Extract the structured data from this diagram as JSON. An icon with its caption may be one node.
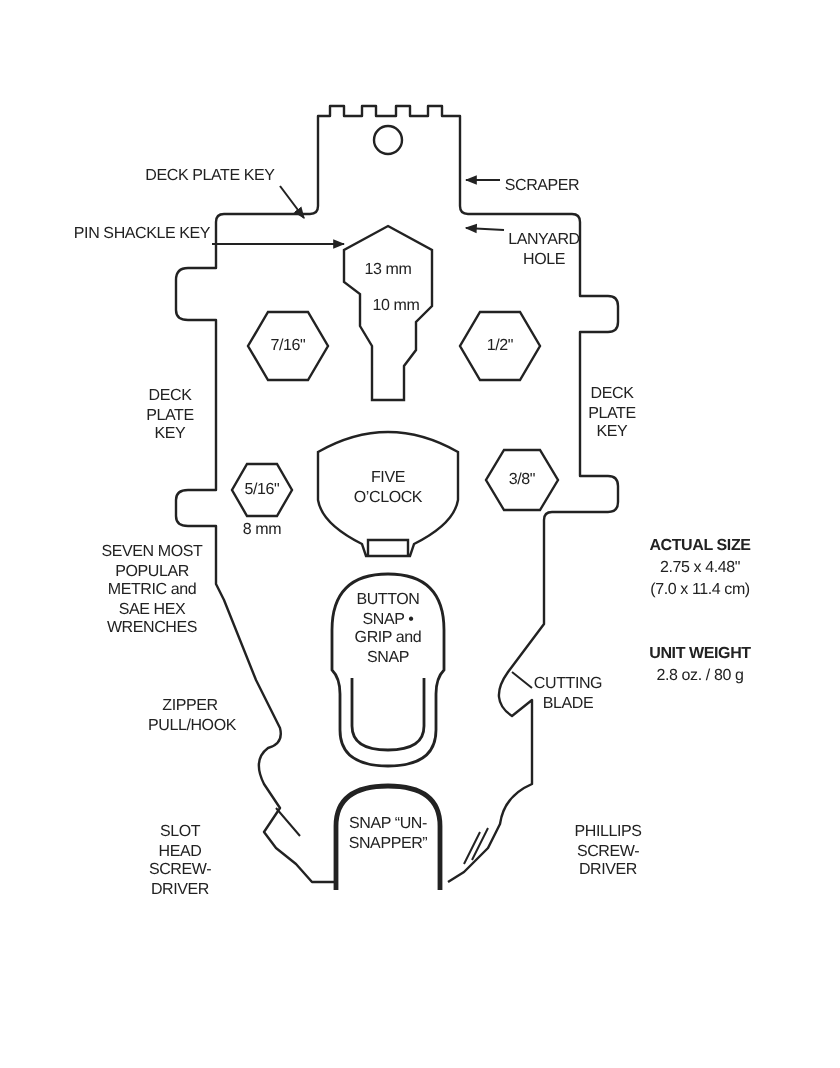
{
  "diagram": {
    "nodes": [
      {
        "text": [
          "DECK PLATE KEY"
        ]
      },
      {
        "text": [
          "PIN SHACKLE KEY"
        ]
      },
      {
        "text": [
          "SCRAPER"
        ]
      },
      {
        "text": [
          "LANYARD HOLE"
        ]
      },
      {
        "text": [
          "13 mm",
          "10 mm"
        ]
      },
      {
        "text": [
          "7/16\""
        ]
      },
      {
        "text": [
          "1/2\""
        ]
      },
      {
        "text": [
          "5/16\""
        ],
        "beside": [
          "8 mm"
        ]
      },
      {
        "text": [
          "FIVE O’CLOCK"
        ]
      },
      {
        "text": [
          "3/8\""
        ]
      },
      {
        "text": [
          "BUTTON SNAP • GRIP and SNAP"
        ]
      },
      {
        "text": [
          "SNAP “UN-SNAPPER”"
        ]
      }
    ],
    "edges": [
      {
        "from": 0,
        "to": null,
        "arrow": "to"
      },
      {
        "from": 1,
        "to": 4,
        "arrow": "to"
      },
      {
        "from": 2,
        "to": null,
        "arrow": "to"
      },
      {
        "from": 3,
        "to": null,
        "arrow": "to"
      }
    ],
    "labels": [
      "DECK PLATE KEY",
      "DECK PLATE KEY",
      "ACTUAL SIZE",
      "2.75 x 4.48\"",
      "(7.0 x 11.4 cm)",
      "SEVEN MOST POPULAR METRIC and SAE HEX WRENCHES",
      "UNIT WEIGHT",
      "2.8 oz. / 80 g",
      "ZIPPER PULL/HOOK",
      "CUTTING BLADE",
      "SLOT HEAD SCREW-DRIVER",
      "PHILLIPS SCREW-DRIVER"
    ]
  }
}
